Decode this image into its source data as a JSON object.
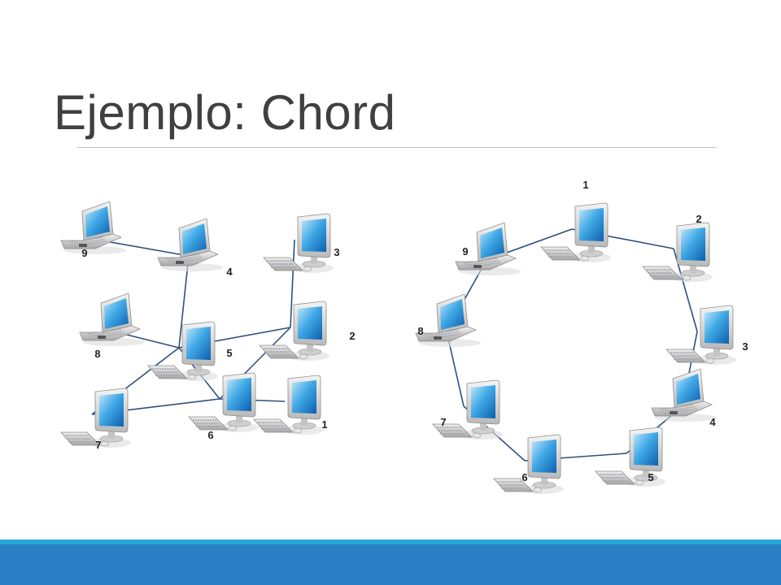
{
  "slide": {
    "title": "Ejemplo: Chord"
  },
  "diagram": {
    "left_network": {
      "nodes": [
        {
          "id": "9",
          "label": "9",
          "device": "laptop"
        },
        {
          "id": "4",
          "label": "4",
          "device": "laptop"
        },
        {
          "id": "8",
          "label": "8",
          "device": "laptop"
        },
        {
          "id": "5",
          "label": "5",
          "device": "desktop"
        },
        {
          "id": "3",
          "label": "3",
          "device": "desktop"
        },
        {
          "id": "2",
          "label": "2",
          "device": "desktop"
        },
        {
          "id": "7",
          "label": "7",
          "device": "desktop"
        },
        {
          "id": "6",
          "label": "6",
          "device": "desktop"
        },
        {
          "id": "1",
          "label": "1",
          "device": "desktop"
        }
      ],
      "edges": [
        [
          "9",
          "4"
        ],
        [
          "4",
          "5"
        ],
        [
          "8",
          "5"
        ],
        [
          "5",
          "2"
        ],
        [
          "3",
          "2"
        ],
        [
          "5",
          "7"
        ],
        [
          "7",
          "6"
        ],
        [
          "6",
          "2"
        ],
        [
          "6",
          "5"
        ],
        [
          "6",
          "1"
        ]
      ]
    },
    "right_ring": {
      "nodes": [
        {
          "id": "1",
          "label": "1",
          "device": "desktop"
        },
        {
          "id": "2",
          "label": "2",
          "device": "desktop"
        },
        {
          "id": "3",
          "label": "3",
          "device": "desktop"
        },
        {
          "id": "4",
          "label": "4",
          "device": "laptop"
        },
        {
          "id": "5",
          "label": "5",
          "device": "desktop"
        },
        {
          "id": "6",
          "label": "6",
          "device": "desktop"
        },
        {
          "id": "7",
          "label": "7",
          "device": "desktop"
        },
        {
          "id": "8",
          "label": "8",
          "device": "laptop"
        },
        {
          "id": "9",
          "label": "9",
          "device": "laptop"
        }
      ],
      "edges": [
        [
          "1",
          "2"
        ],
        [
          "2",
          "3"
        ],
        [
          "3",
          "4"
        ],
        [
          "4",
          "5"
        ],
        [
          "5",
          "6"
        ],
        [
          "6",
          "7"
        ],
        [
          "7",
          "8"
        ],
        [
          "8",
          "9"
        ],
        [
          "9",
          "1"
        ]
      ]
    }
  },
  "colors": {
    "edge": "#2f4f7f",
    "footer_bar": "#2b7fc4",
    "footer_accent": "#26a7dc",
    "title_text": "#404040"
  }
}
